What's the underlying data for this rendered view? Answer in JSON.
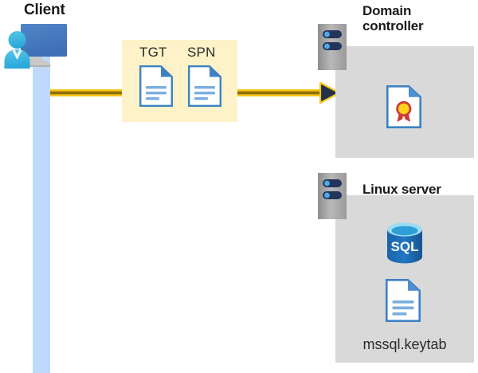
{
  "diagram": {
    "title_client": "Client",
    "actors": {
      "client": {
        "label": "Client",
        "icon": "user-workstation-icon",
        "lifeline_color": "#bfd9fb"
      },
      "domain_controller": {
        "label": "Domain controller",
        "label_line1": "Domain",
        "label_line2": "controller",
        "icon": "server-tower-icon",
        "panel_color": "#d9d9d9",
        "contents": [
          {
            "name": "certificate-document-icon",
            "label": ""
          }
        ]
      },
      "linux_server": {
        "label": "Linux server",
        "icon": "server-tower-icon",
        "panel_color": "#d9d9d9",
        "contents": [
          {
            "name": "sql-database-icon",
            "label": "SQL"
          },
          {
            "name": "keytab-document-icon",
            "label": "mssql.keytab"
          }
        ]
      }
    },
    "message": {
      "direction": "client-to-domain-controller",
      "line_color": "#f5c518",
      "arrowhead_color": "#22304a",
      "ticket_box": {
        "background": "#fdf2c8",
        "items": [
          {
            "label": "TGT",
            "icon": "document-icon"
          },
          {
            "label": "SPN",
            "icon": "document-icon"
          }
        ]
      }
    },
    "labels": {
      "tgt": "TGT",
      "spn": "SPN",
      "sql": "SQL",
      "keytab_file": "mssql.keytab"
    },
    "colors": {
      "gold": "#f5c518",
      "gold_dark": "#8a6a05",
      "panel_gray": "#d9d9d9",
      "lifeline_blue": "#bfd9fb",
      "doc_blue": "#3e82c4",
      "sql_blue": "#1b6cb4",
      "title_black": "#1a1a1a"
    }
  }
}
